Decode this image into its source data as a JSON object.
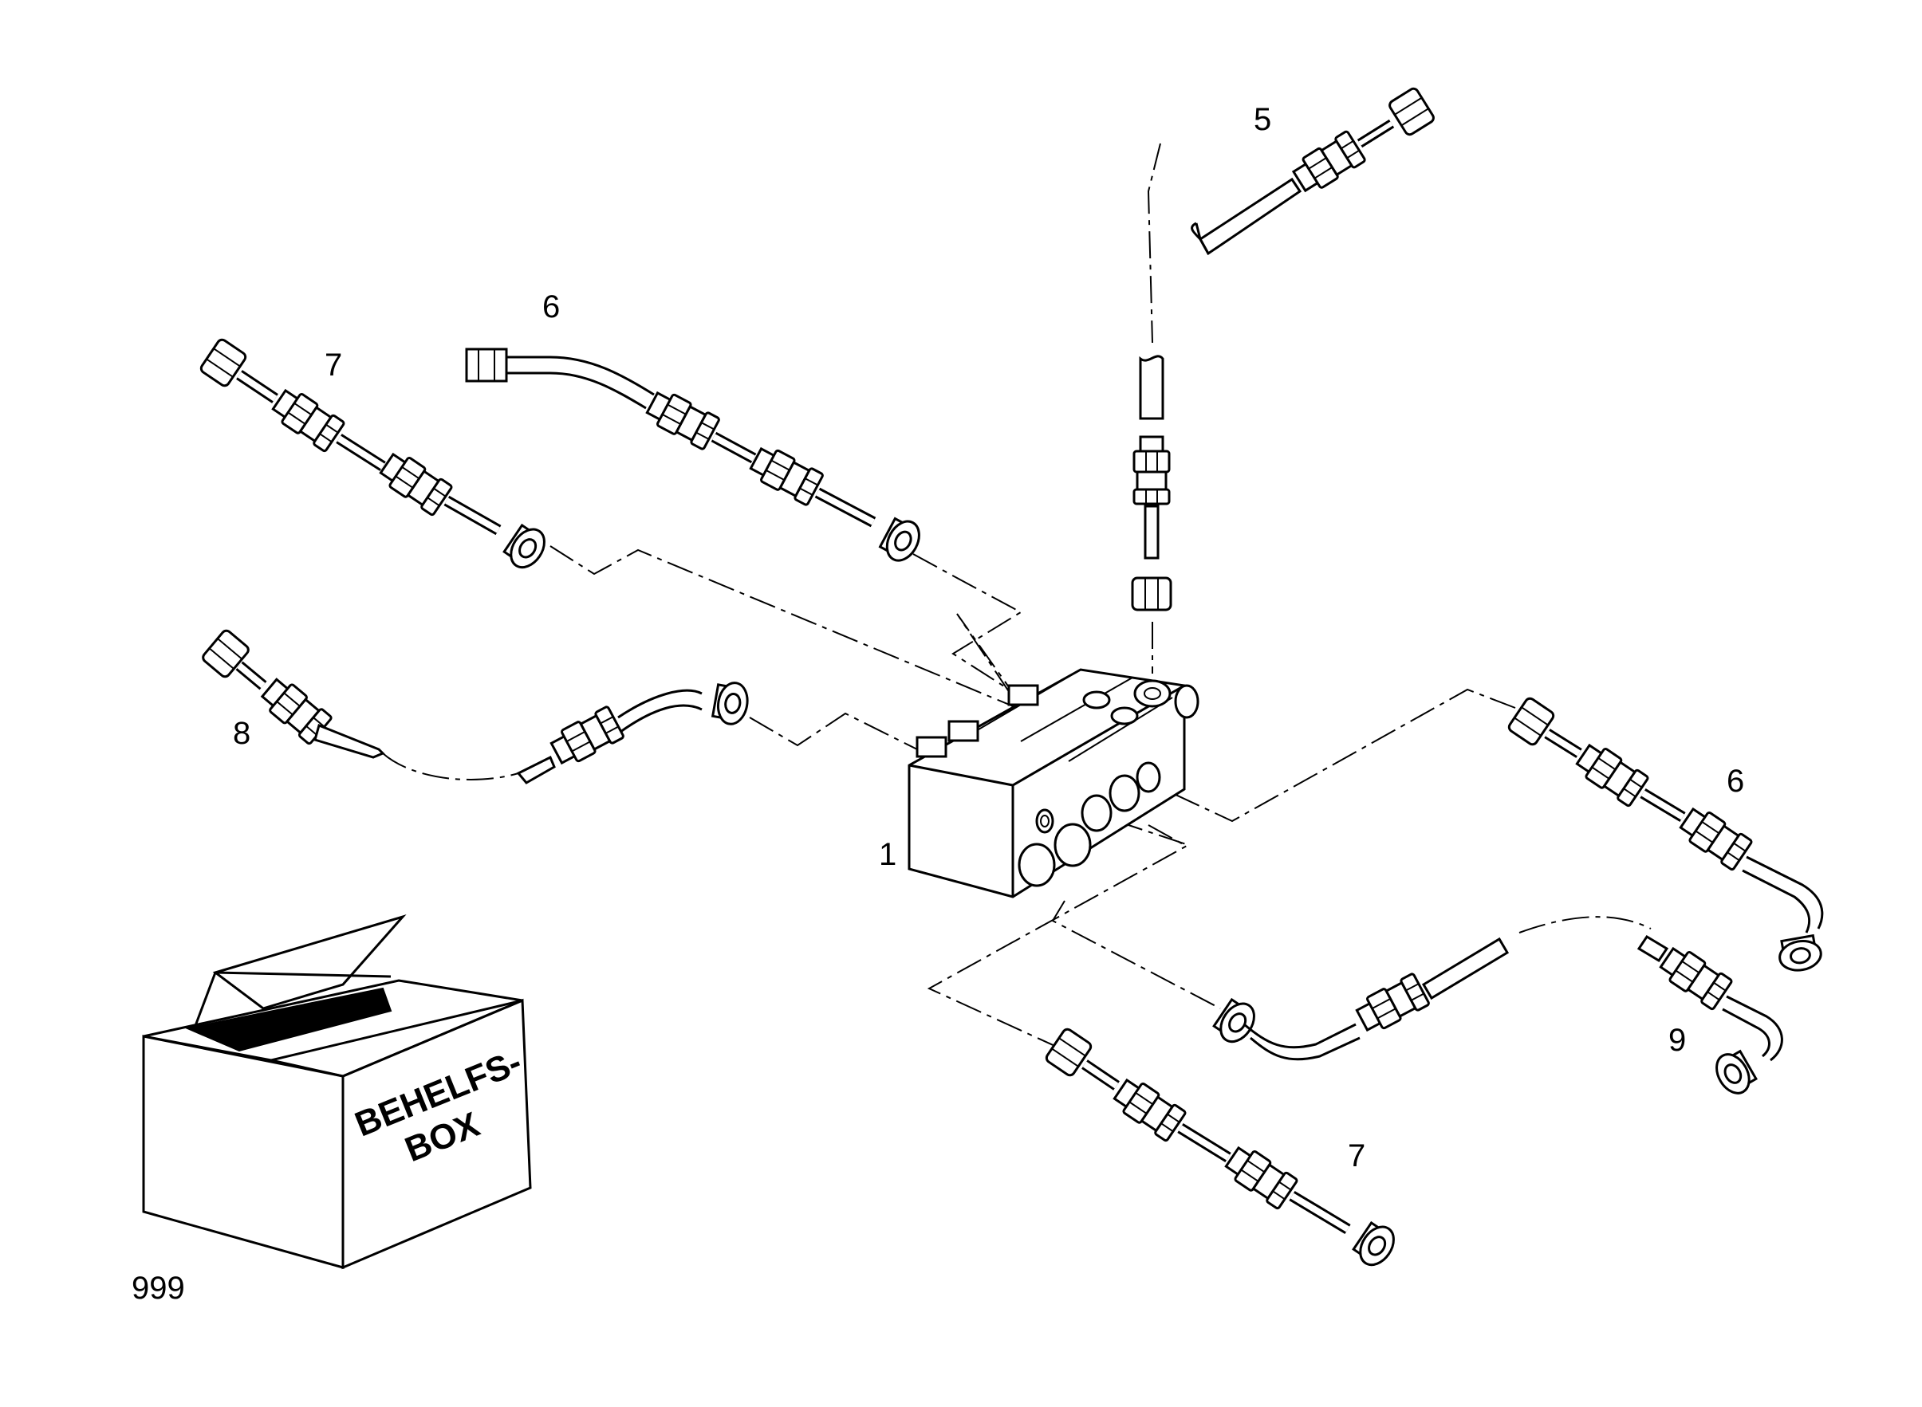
{
  "callouts": {
    "c1": "1",
    "c5": "5",
    "c6_top": "6",
    "c6_right": "6",
    "c7_top": "7",
    "c7_bottom": "7",
    "c8": "8",
    "c9": "9",
    "c999": "999"
  },
  "box": {
    "line1": "BEHELFS-",
    "line2": "BOX"
  },
  "colors": {
    "ink": "#000000",
    "paper": "#ffffff",
    "fill": "#ffffff",
    "band": "#000000"
  }
}
